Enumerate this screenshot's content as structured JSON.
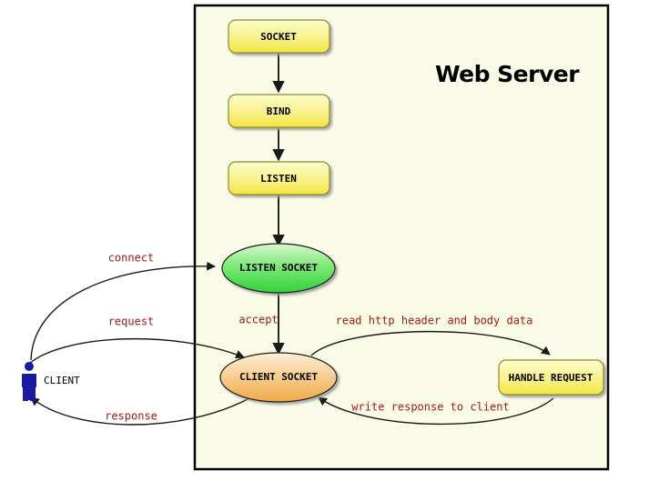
{
  "diagram": {
    "title": "Web Server",
    "boundary": {
      "name": "web-server-boundary"
    },
    "nodes": [
      {
        "id": "socket",
        "label": "SOCKET",
        "shape": "rounded-rect",
        "fill": "#f5ec52"
      },
      {
        "id": "bind",
        "label": "BIND",
        "shape": "rounded-rect",
        "fill": "#f5ec52"
      },
      {
        "id": "listen",
        "label": "LISTEN",
        "shape": "rounded-rect",
        "fill": "#f5ec52"
      },
      {
        "id": "listen_socket",
        "label": "LISTEN SOCKET",
        "shape": "ellipse",
        "fill": "#55dd55"
      },
      {
        "id": "client_socket",
        "label": "CLIENT SOCKET",
        "shape": "ellipse",
        "fill": "#f0ad4e"
      },
      {
        "id": "handle_request",
        "label": "HANDLE REQUEST",
        "shape": "rounded-rect",
        "fill": "#f5ec52"
      }
    ],
    "actor": {
      "id": "client",
      "label": "CLIENT",
      "color": "#1a1aa0"
    },
    "edges": [
      {
        "id": "connect",
        "label": "connect",
        "from": "client",
        "to": "listen_socket"
      },
      {
        "id": "accept",
        "label": "accept",
        "from": "listen_socket",
        "to": "client_socket"
      },
      {
        "id": "request",
        "label": "request",
        "from": "client",
        "to": "client_socket"
      },
      {
        "id": "response",
        "label": "response",
        "from": "client_socket",
        "to": "client"
      },
      {
        "id": "read",
        "label": "read http header and body data",
        "from": "client_socket",
        "to": "handle_request"
      },
      {
        "id": "write",
        "label": "write response to client",
        "from": "handle_request",
        "to": "client_socket"
      }
    ],
    "colors": {
      "boundary_fill": "#fafbe6",
      "boundary_stroke": "#000000",
      "label_text": "#a01a1a",
      "arrow": "#1a1a1a",
      "actor": "#1a1aa0"
    }
  }
}
